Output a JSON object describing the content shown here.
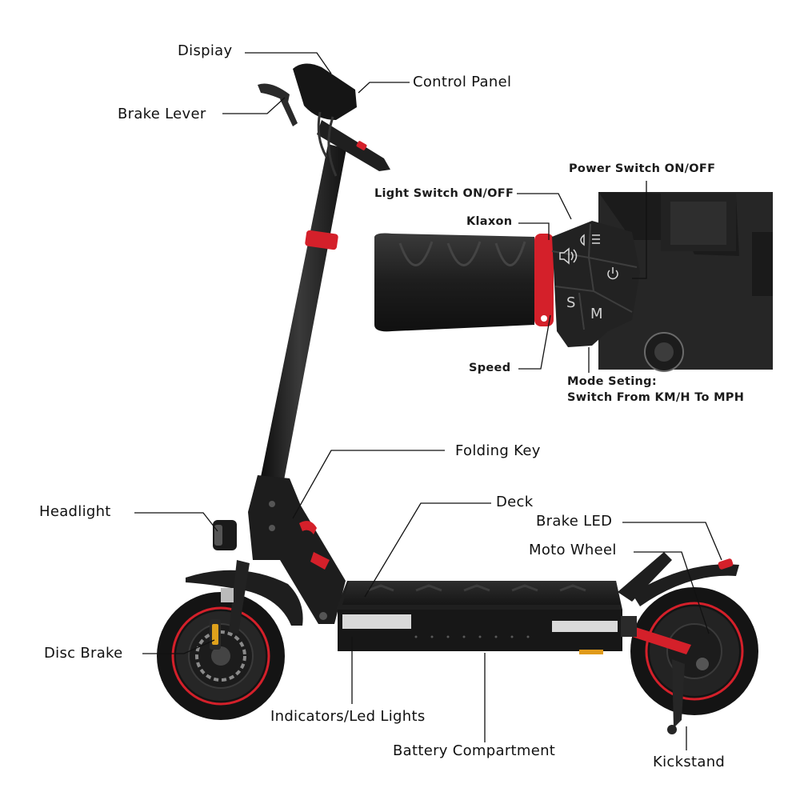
{
  "labels": {
    "display": "Dispiay",
    "control_panel": "Control Panel",
    "brake_lever": "Brake Lever",
    "power_switch": "Power Switch ON/OFF",
    "light_switch": "Light Switch ON/OFF",
    "klaxon": "Klaxon",
    "speed": "Speed",
    "mode_setting_line1": "Mode Seting:",
    "mode_setting_line2": "Switch From KM/H To MPH",
    "folding_key": "Folding Key",
    "headlight": "Headlight",
    "deck": "Deck",
    "brake_led": "Brake LED",
    "moto_wheel": "Moto Wheel",
    "disc_brake": "Disc Brake",
    "indicators": "Indicators/Led Lights",
    "battery": "Battery Compartment",
    "kickstand": "Kickstand"
  },
  "buttons": {
    "speed_button": "S",
    "mode_button": "M"
  },
  "icons": {
    "light": "headlight-icon",
    "horn": "speaker-icon",
    "power": "power-icon"
  },
  "colors": {
    "accent_red": "#d4202a",
    "body_black": "#1c1c1c",
    "label_text": "#111111"
  }
}
